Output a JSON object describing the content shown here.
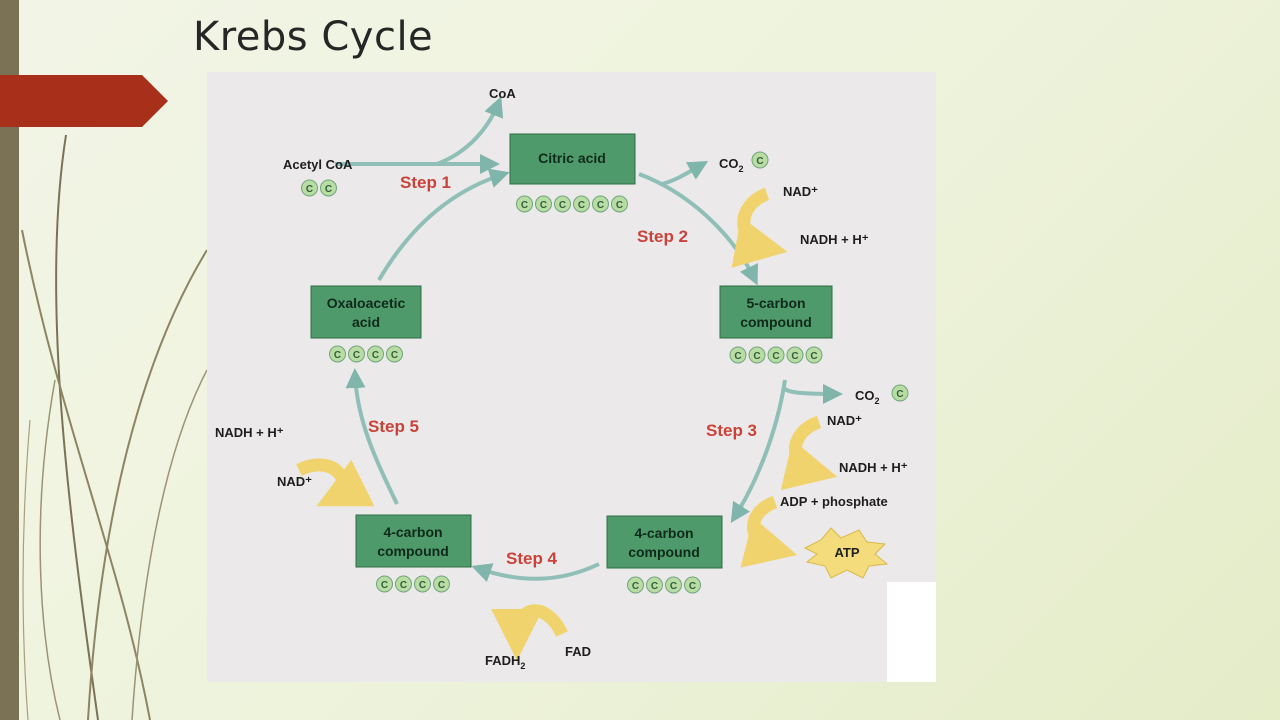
{
  "slide": {
    "title": "Krebs Cycle"
  },
  "diagram": {
    "compounds": {
      "citric": {
        "label": "Citric acid",
        "carbons": 6
      },
      "five_carbon": {
        "line1": "5-carbon",
        "line2": "compound",
        "carbons": 5
      },
      "four_carbon_right": {
        "line1": "4-carbon",
        "line2": "compound",
        "carbons": 4
      },
      "four_carbon_left": {
        "line1": "4-carbon",
        "line2": "compound",
        "carbons": 4
      },
      "oxaloacetic": {
        "line1": "Oxaloacetic",
        "line2": "acid",
        "carbons": 4
      }
    },
    "inputs": {
      "acetyl_coa": "Acetyl CoA",
      "acetyl_carbons": 2,
      "coa": "CoA"
    },
    "steps": [
      "Step 1",
      "Step 2",
      "Step 3",
      "Step 4",
      "Step 5"
    ],
    "molecules": {
      "co2_base": "CO",
      "co2_sub": "2",
      "carbon_symbol": "C",
      "nad_step2": "NAD⁺",
      "nadh_step2": "NADH + H⁺",
      "nad_step3": "NAD⁺",
      "nadh_step3": "NADH + H⁺",
      "adp": "ADP + phosphate",
      "atp": "ATP",
      "fad": "FAD",
      "fadh_base": "FADH",
      "fadh_sub": "2",
      "nadh_step5": "NADH + H⁺",
      "nad_step5": "NAD⁺"
    },
    "colors": {
      "box": "#4f9a6b",
      "carbon": "#b9dca3",
      "arrow": "#8fbfb6",
      "energy_arrow": "#f1d36e",
      "step_text": "#c9433b",
      "atp_burst": "#f4dc7c"
    }
  }
}
